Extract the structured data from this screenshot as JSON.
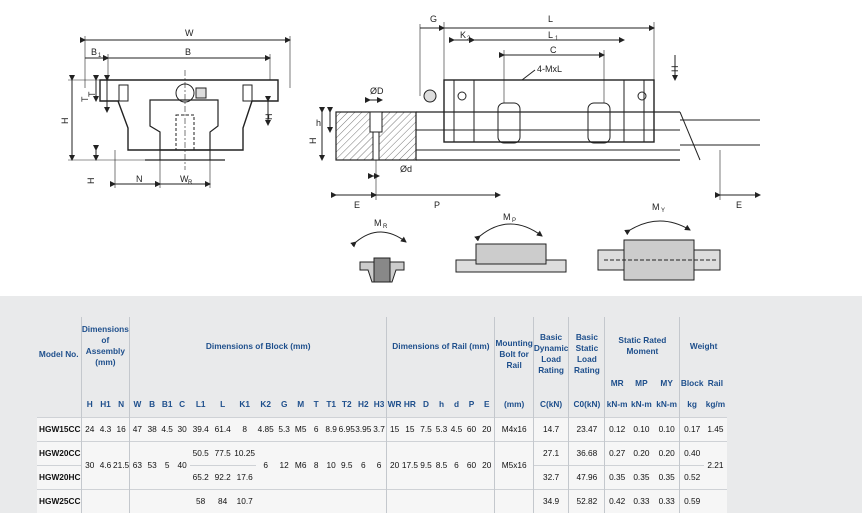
{
  "drawing": {
    "front_labels": {
      "w": "W",
      "b1": "B",
      "b1_sub": "1",
      "b": "B",
      "t1": "T",
      "t1_sub": "1",
      "t": "T",
      "h": "H",
      "h2": "H",
      "h2_sub": "2",
      "h1": "H",
      "h1_sub": "1",
      "n": "N",
      "wr": "W",
      "wr_sub": "R"
    },
    "side_labels": {
      "g": "G",
      "l": "L",
      "k2": "K",
      "k2_sub": "2",
      "l1": "L",
      "l1_sub": "1",
      "c": "C",
      "mxl": "4-MxL",
      "h3": "H",
      "h3_sub": "3",
      "od_top": "ØD",
      "od_bot": "Ød",
      "hr": "H",
      "hr_sub": "R",
      "h": "h",
      "e_left": "E",
      "p": "P",
      "e_right": "E"
    },
    "moment_labels": {
      "mr": "M",
      "mr_sub": "R",
      "mp": "M",
      "mp_sub": "P",
      "my": "M",
      "my_sub": "Y"
    }
  },
  "table": {
    "header_groups": {
      "model": "Model No.",
      "assembly": "Dimensions of Assembly (mm)",
      "block": "Dimensions of Block (mm)",
      "rail": "Dimensions of Rail (mm)",
      "bolt": "Mounting Bolt for Rail",
      "dynamic": "Basic Dynamic Load Rating",
      "static": "Basic Static Load Rating",
      "static_moment": "Static Rated Moment",
      "weight": "Weight"
    },
    "moment_cols": [
      "MR",
      "MP",
      "MY"
    ],
    "weight_cols": [
      "Block",
      "Rail"
    ],
    "sub_cols": [
      "H",
      "H1",
      "N",
      "W",
      "B",
      "B1",
      "C",
      "L1",
      "L",
      "K1",
      "K2",
      "G",
      "M",
      "T",
      "T1",
      "T2",
      "H2",
      "H3",
      "WR",
      "HR",
      "D",
      "h",
      "d",
      "P",
      "E",
      "(mm)",
      "C(kN)",
      "C0(kN)",
      "kN-m",
      "kN-m",
      "kN-m",
      "kg",
      "kg/m"
    ],
    "rows": [
      {
        "model": "HGW15CC",
        "H": "24",
        "H1": "4.3",
        "N": "16",
        "W": "47",
        "B": "38",
        "B1": "4.5",
        "C": "30",
        "L1": "39.4",
        "L": "61.4",
        "K1": "8",
        "K2": "4.85",
        "G": "5.3",
        "M": "M5",
        "T": "6",
        "T1": "8.9",
        "T2": "6.95",
        "H2": "3.95",
        "H3": "3.7",
        "WR": "15",
        "HR": "15",
        "D": "7.5",
        "h": "5.3",
        "d": "4.5",
        "P": "60",
        "E": "20",
        "bolt": "M4x16",
        "C_kN": "14.7",
        "C0_kN": "23.47",
        "MR": "0.12",
        "MP": "0.10",
        "MY": "0.10",
        "block": "0.17",
        "rail": "1.45"
      },
      {
        "model": "HGW20CC",
        "L1": "50.5",
        "L": "77.5",
        "K1": "10.25",
        "C_kN": "27.1",
        "C0_kN": "36.68",
        "MR": "0.27",
        "MP": "0.20",
        "MY": "0.20",
        "block": "0.40"
      },
      {
        "model": "HGW20HC",
        "L1": "65.2",
        "L": "92.2",
        "K1": "17.6",
        "C_kN": "32.7",
        "C0_kN": "47.96",
        "MR": "0.35",
        "MP": "0.35",
        "MY": "0.35",
        "block": "0.52"
      },
      {
        "model": "HGW25CC",
        "L1": "58",
        "L": "84",
        "K1": "10.7",
        "C_kN": "34.9",
        "C0_kN": "52.82",
        "MR": "0.42",
        "MP": "0.33",
        "MY": "0.33",
        "block": "0.59"
      }
    ],
    "hgw20_shared": {
      "H": "30",
      "H1": "4.6",
      "N": "21.5",
      "W": "63",
      "B": "53",
      "B1": "5",
      "C": "40",
      "K2": "6",
      "G": "12",
      "M": "M6",
      "T": "8",
      "T1": "10",
      "T2": "9.5",
      "H2": "6",
      "H3": "6",
      "WR": "20",
      "HR": "17.5",
      "D": "9.5",
      "h": "8.5",
      "d": "6",
      "P": "60",
      "E": "20",
      "bolt": "M5x16",
      "rail": "2.21"
    }
  }
}
